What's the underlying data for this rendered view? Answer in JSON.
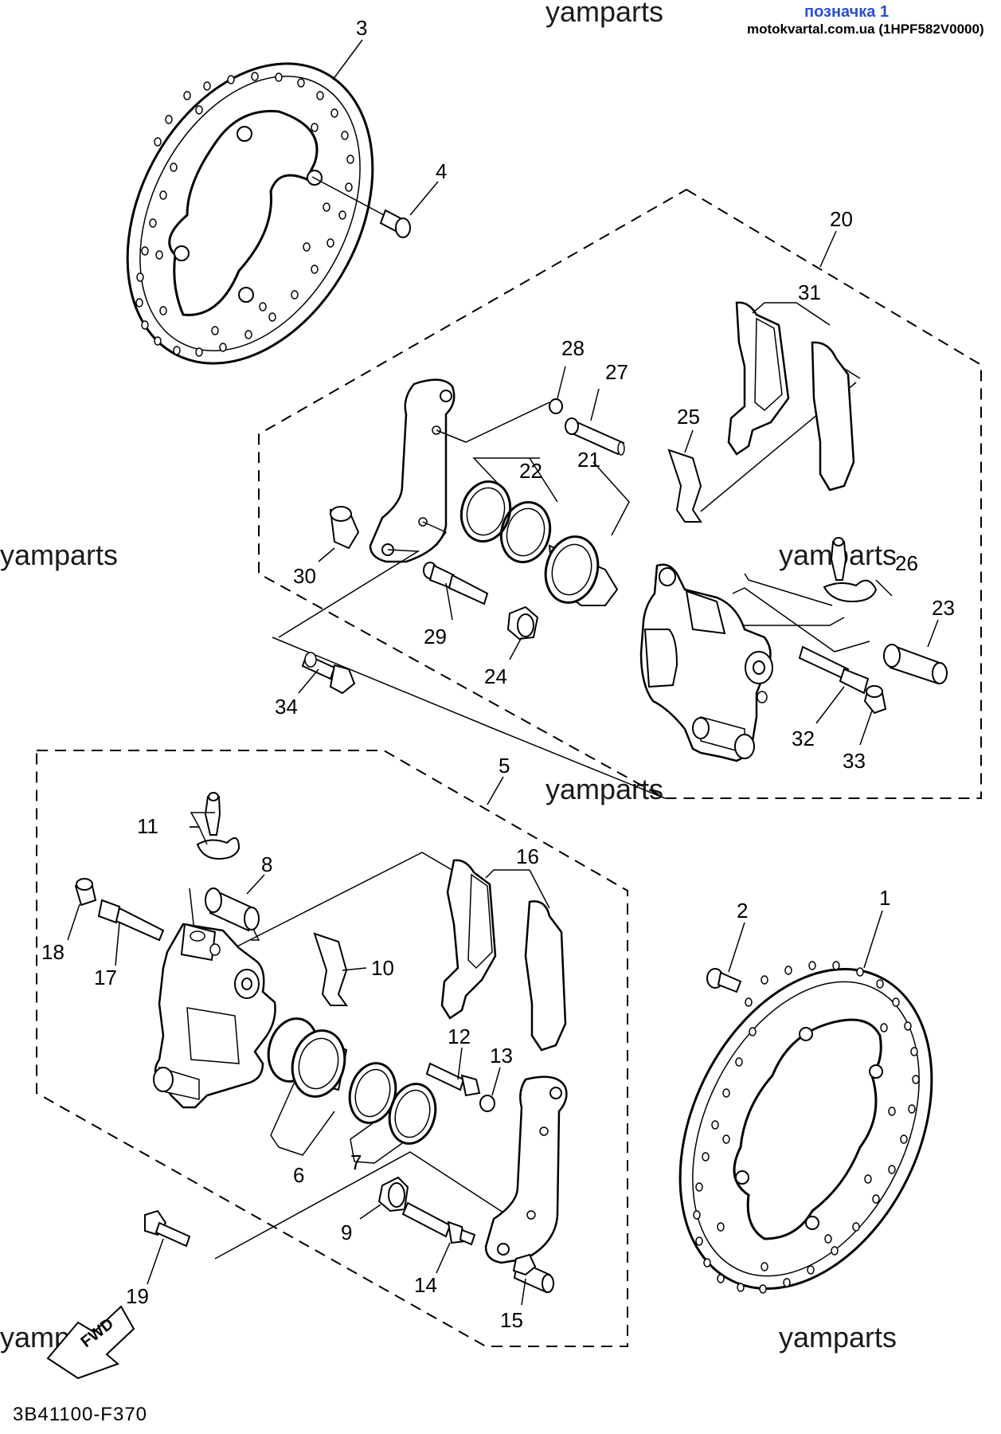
{
  "header": {
    "link_text": "позначка 1",
    "site_text": "motokvartal.com.ua (1HPF582V0000)"
  },
  "watermarks": {
    "top": "yamparts",
    "left": "yamparts",
    "right_mid": "yamparts",
    "center": "yamparts",
    "bottom_left": "yamparts",
    "bottom_right": "yamparts"
  },
  "catalog_number": "3B41100-F370",
  "fwd_label": "FWD",
  "callouts": {
    "c1": "1",
    "c2": "2",
    "c3": "3",
    "c4": "4",
    "c5": "5",
    "c6": "6",
    "c7": "7",
    "c8": "8",
    "c9": "9",
    "c10": "10",
    "c11": "11",
    "c12": "12",
    "c13": "13",
    "c14": "14",
    "c15": "15",
    "c16": "16",
    "c17": "17",
    "c18": "18",
    "c19": "19",
    "c20": "20",
    "c21": "21",
    "c22": "22",
    "c23": "23",
    "c24": "24",
    "c25": "25",
    "c26": "26",
    "c27": "27",
    "c28": "28",
    "c29": "29",
    "c30": "30",
    "c31": "31",
    "c32": "32",
    "c33": "33",
    "c34": "34"
  }
}
